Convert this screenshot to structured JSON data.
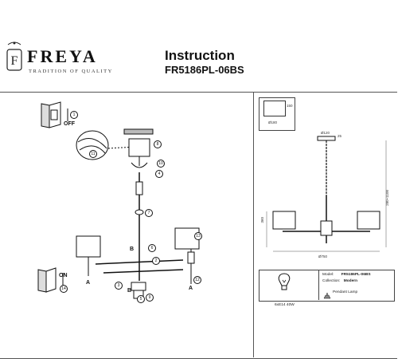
{
  "header": {
    "brand": "FREYA",
    "tagline": "TRADITION OF QUALITY",
    "title": "Instruction",
    "model_code": "FR5186PL-06BS"
  },
  "install": {
    "off_label": "OFF",
    "on_label": "ON",
    "part_labels": [
      "A",
      "B"
    ],
    "callouts": [
      "1",
      "2",
      "3",
      "4",
      "5",
      "6",
      "7",
      "8",
      "9",
      "10",
      "11",
      "12",
      "13",
      "14"
    ]
  },
  "dims": {
    "shade": "Ø180",
    "shade_h": "150",
    "canopy": "Ø120",
    "canopy_h": "25",
    "height_range": "280~1100",
    "body_h": "360",
    "width": "Ø750"
  },
  "info": {
    "bulb": "6xE14 40W",
    "model_label": "Model:",
    "model_value": "FR5186PL-06BS",
    "collection_label": "Collection:",
    "collection_value": "Modern",
    "type": "Pendant Lamp"
  }
}
